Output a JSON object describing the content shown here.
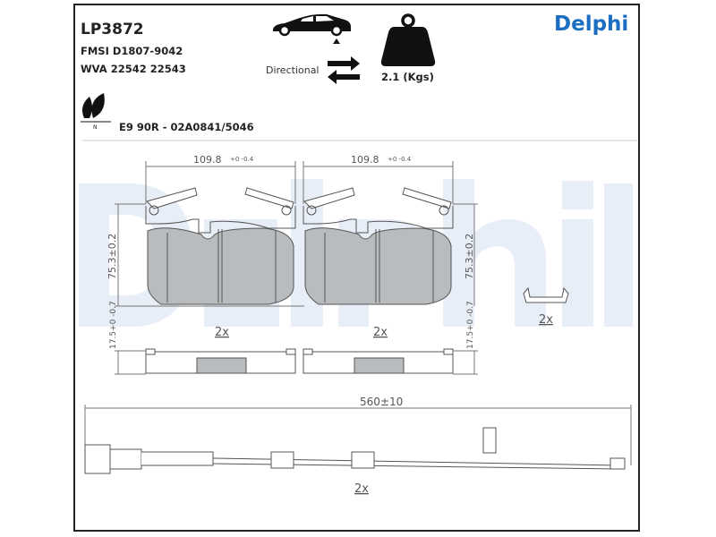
{
  "header": {
    "part_number": "LP3872",
    "fmsi": "FMSI D1807-9042",
    "wva": "WVA 22542 22543",
    "approval": "E9 90R - 02A0841/5046",
    "position_icon": "car-rear-axle-icon",
    "directional_label": "Directional",
    "directional_icon": "directional-arrows-icon",
    "weight_icon": "weight-icon",
    "weight": "2.1 (Kgs)",
    "eco_icon": "leaf-icon",
    "eco_letter": "N",
    "brand": "Delphi",
    "brand_color": "#1b6ec2"
  },
  "drawing": {
    "pad_width_left": "109.8",
    "pad_width_tol_left": "+0 -0.4",
    "pad_width_right": "109.8",
    "pad_width_tol_right": "+0 -0.4",
    "pad_height_left": "75.3±0.2",
    "pad_height_right": "75.3±0.2",
    "thickness_left": "17.5+0 -0.7",
    "thickness_right": "17.5+0 -0.7",
    "qty_left_pad": "2x",
    "qty_right_pad": "2x",
    "qty_clip": "2x",
    "wire_length": "560±10",
    "qty_wire": "2x",
    "pad_color": "#b9bcbf",
    "watermark": "Delphi"
  }
}
